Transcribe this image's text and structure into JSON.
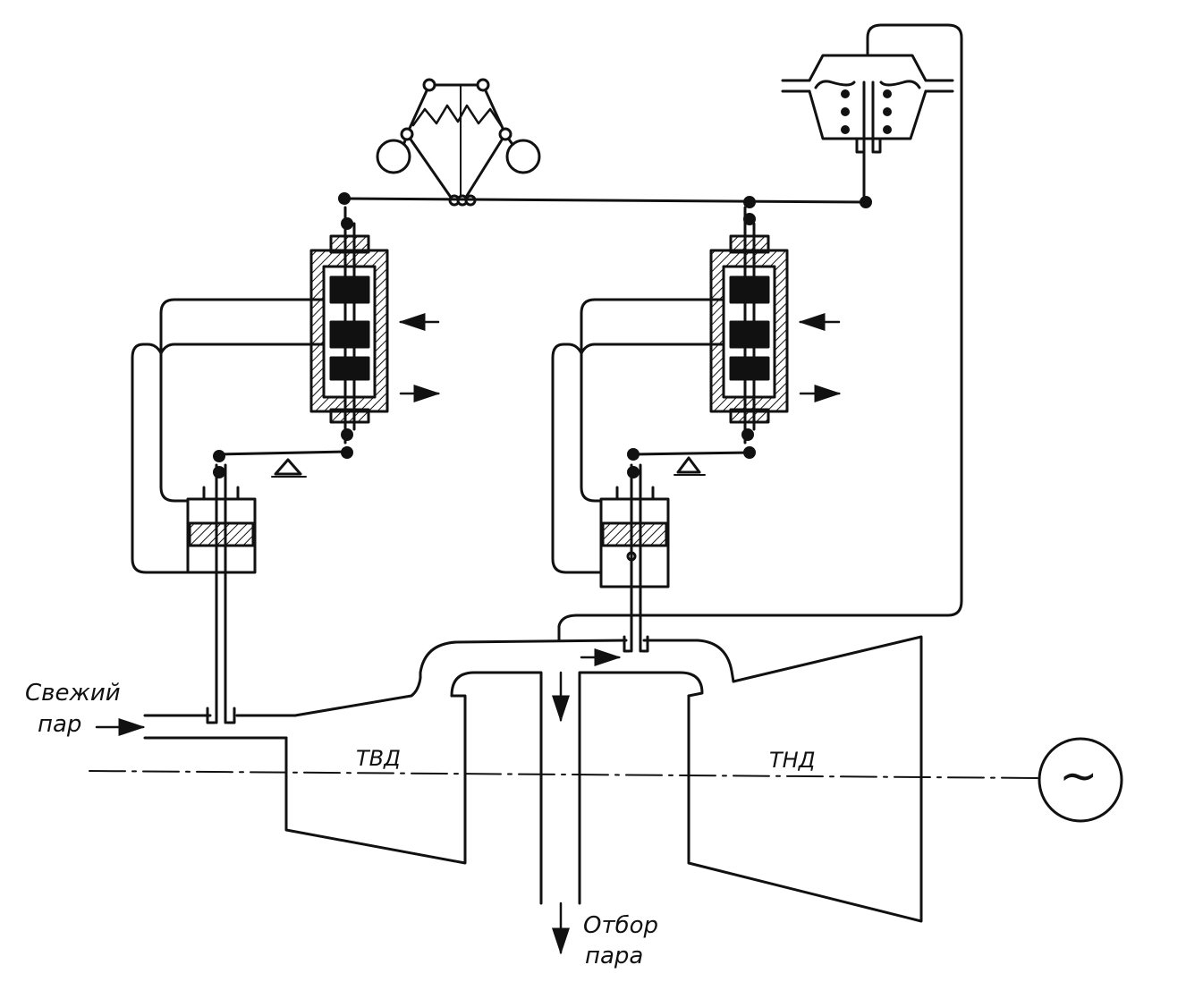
{
  "labels": {
    "fresh_steam_line1": "Свежий",
    "fresh_steam_line2": "пар",
    "hp_turbine": "ТВД",
    "lp_turbine": "ТНД",
    "extraction_line1": "Отбор",
    "extraction_line2": "пара",
    "generator_symbol": "~"
  },
  "colors": {
    "ink": "#111111",
    "paper": "#ffffff"
  }
}
